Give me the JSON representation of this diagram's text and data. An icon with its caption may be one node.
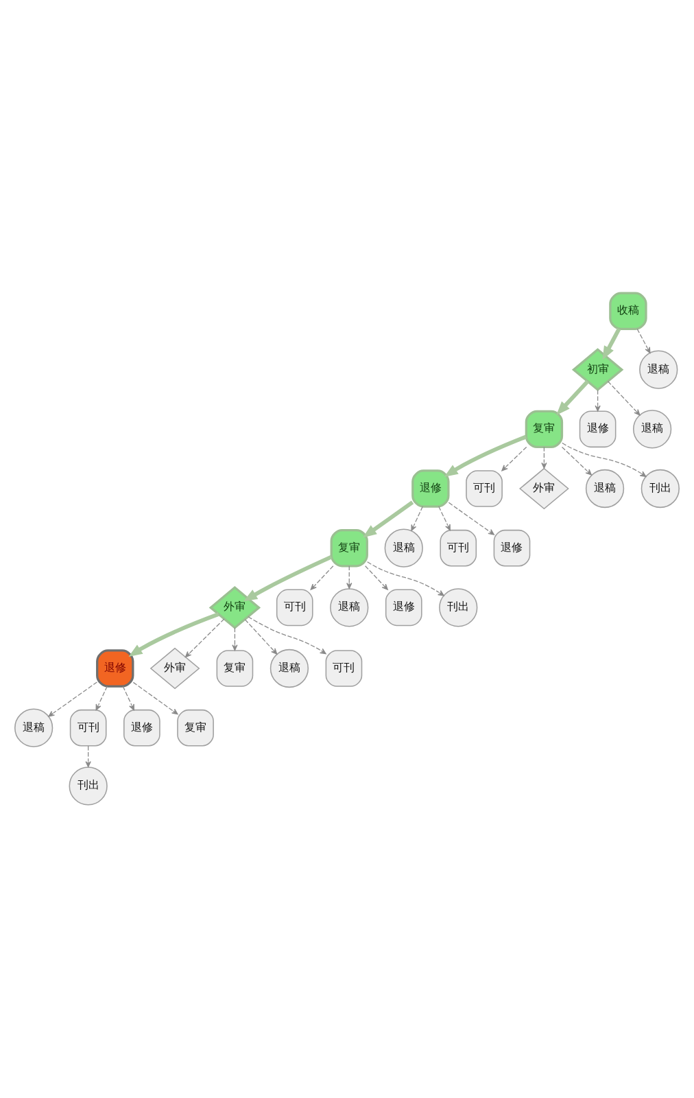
{
  "diagram": {
    "nodes": [
      {
        "text": [
          "收稿"
        ]
      },
      {
        "text": [
          "初审"
        ]
      },
      {
        "text": [
          "退稿"
        ]
      },
      {
        "text": [
          "复审"
        ]
      },
      {
        "text": [
          "退修"
        ]
      },
      {
        "text": [
          "退稿"
        ]
      },
      {
        "text": [
          "退修"
        ]
      },
      {
        "text": [
          "可刊"
        ]
      },
      {
        "text": [
          "外审"
        ]
      },
      {
        "text": [
          "退稿"
        ]
      },
      {
        "text": [
          "刊出"
        ]
      },
      {
        "text": [
          "复审"
        ]
      },
      {
        "text": [
          "退稿"
        ]
      },
      {
        "text": [
          "可刊"
        ]
      },
      {
        "text": [
          "退修"
        ]
      },
      {
        "text": [
          "外审"
        ]
      },
      {
        "text": [
          "可刊"
        ]
      },
      {
        "text": [
          "退稿"
        ]
      },
      {
        "text": [
          "退修"
        ]
      },
      {
        "text": [
          "刊出"
        ]
      },
      {
        "text": [
          "退修"
        ]
      },
      {
        "text": [
          "外审"
        ]
      },
      {
        "text": [
          "复审"
        ]
      },
      {
        "text": [
          "退稿"
        ]
      },
      {
        "text": [
          "可刊"
        ]
      },
      {
        "text": [
          "退稿"
        ]
      },
      {
        "text": [
          "可刊"
        ]
      },
      {
        "text": [
          "退修"
        ]
      },
      {
        "text": [
          "复审"
        ]
      },
      {
        "text": [
          "刊出"
        ]
      }
    ],
    "edges": [
      {
        "from": 0,
        "to": 1,
        "arrow": "to",
        "style": "thick",
        "color": "#a9c99e"
      },
      {
        "from": 0,
        "to": 2,
        "arrow": "to",
        "style": "dashed"
      },
      {
        "from": 1,
        "to": 3,
        "arrow": "to",
        "style": "thick",
        "color": "#a9c99e"
      },
      {
        "from": 1,
        "to": 4,
        "arrow": "to",
        "style": "dashed"
      },
      {
        "from": 1,
        "to": 5,
        "arrow": "to",
        "style": "dashed"
      },
      {
        "from": 3,
        "to": 6,
        "arrow": "to",
        "style": "thick",
        "color": "#a9c99e"
      },
      {
        "from": 3,
        "to": 7,
        "arrow": "to",
        "style": "dashed"
      },
      {
        "from": 3,
        "to": 8,
        "arrow": "to",
        "style": "dashed"
      },
      {
        "from": 3,
        "to": 9,
        "arrow": "to",
        "style": "dashed"
      },
      {
        "from": 3,
        "to": 10,
        "arrow": "to",
        "style": "dashed"
      },
      {
        "from": 6,
        "to": 11,
        "arrow": "to",
        "style": "thick",
        "color": "#a9c99e"
      },
      {
        "from": 6,
        "to": 12,
        "arrow": "to",
        "style": "dashed"
      },
      {
        "from": 6,
        "to": 13,
        "arrow": "to",
        "style": "dashed"
      },
      {
        "from": 6,
        "to": 14,
        "arrow": "to",
        "style": "dashed"
      },
      {
        "from": 11,
        "to": 15,
        "arrow": "to",
        "style": "thick",
        "color": "#a9c99e"
      },
      {
        "from": 11,
        "to": 16,
        "arrow": "to",
        "style": "dashed"
      },
      {
        "from": 11,
        "to": 17,
        "arrow": "to",
        "style": "dashed"
      },
      {
        "from": 11,
        "to": 18,
        "arrow": "to",
        "style": "dashed"
      },
      {
        "from": 11,
        "to": 19,
        "arrow": "to",
        "style": "dashed"
      },
      {
        "from": 15,
        "to": 20,
        "arrow": "to",
        "style": "thick",
        "color": "#a9c99e"
      },
      {
        "from": 15,
        "to": 21,
        "arrow": "to",
        "style": "dashed"
      },
      {
        "from": 15,
        "to": 22,
        "arrow": "to",
        "style": "dashed"
      },
      {
        "from": 15,
        "to": 23,
        "arrow": "to",
        "style": "dashed"
      },
      {
        "from": 15,
        "to": 24,
        "arrow": "to",
        "style": "dashed"
      },
      {
        "from": 20,
        "to": 25,
        "arrow": "to",
        "style": "dashed"
      },
      {
        "from": 20,
        "to": 26,
        "arrow": "to",
        "style": "dashed"
      },
      {
        "from": 20,
        "to": 27,
        "arrow": "to",
        "style": "dashed"
      },
      {
        "from": 20,
        "to": 28,
        "arrow": "to",
        "style": "dashed"
      },
      {
        "from": 26,
        "to": 29,
        "arrow": "to",
        "style": "dashed"
      }
    ]
  }
}
